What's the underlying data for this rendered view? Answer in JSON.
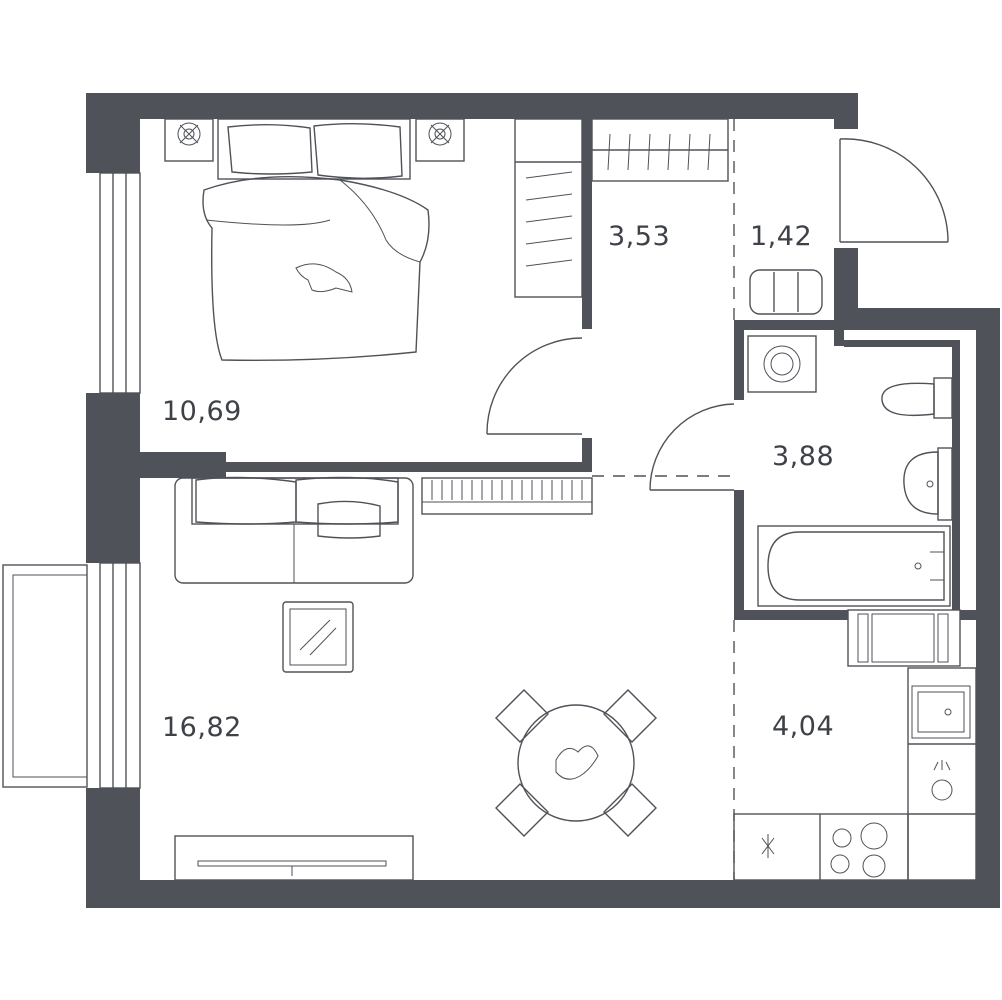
{
  "rooms": [
    {
      "id": "bedroom",
      "area": "10,69"
    },
    {
      "id": "wardrobe",
      "area": "3,53"
    },
    {
      "id": "hall",
      "area": "1,42"
    },
    {
      "id": "bathroom",
      "area": "3,88"
    },
    {
      "id": "living-room",
      "area": "16,82"
    },
    {
      "id": "kitchen",
      "area": "4,04"
    }
  ],
  "colors": {
    "wall": "#4f5259",
    "line": "#4f5259",
    "text": "#3e4148",
    "background": "#ffffff"
  }
}
